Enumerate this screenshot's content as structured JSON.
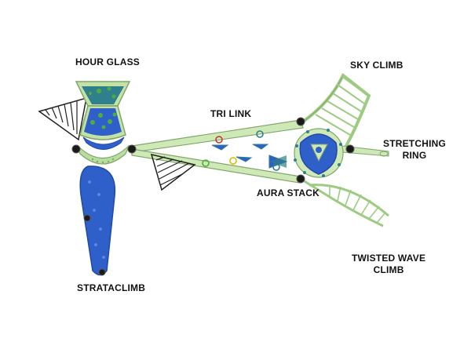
{
  "labels": {
    "hour_glass": "HOUR GLASS",
    "tri_link": "TRI LINK",
    "sky_climb": "SKY CLIMB",
    "stretching_ring": [
      "STRETCHING",
      "RING"
    ],
    "aura_stack": "AURA STACK",
    "strataclimb": "STRATACLIMB",
    "twisted_wave_climb": [
      "TWISTED WAVE",
      "CLIMB"
    ]
  },
  "colors": {
    "frame_green": "#b9dca0",
    "frame_outline": "#7fa868",
    "panel_blue": "#2f5fc8",
    "panel_teal": "#2f7f8c",
    "dot_green": "#4fae3a",
    "net_black": "#222222",
    "connector": "#1a1a1a",
    "accent_yellow": "#d8c21a",
    "accent_red": "#c23a2a"
  }
}
